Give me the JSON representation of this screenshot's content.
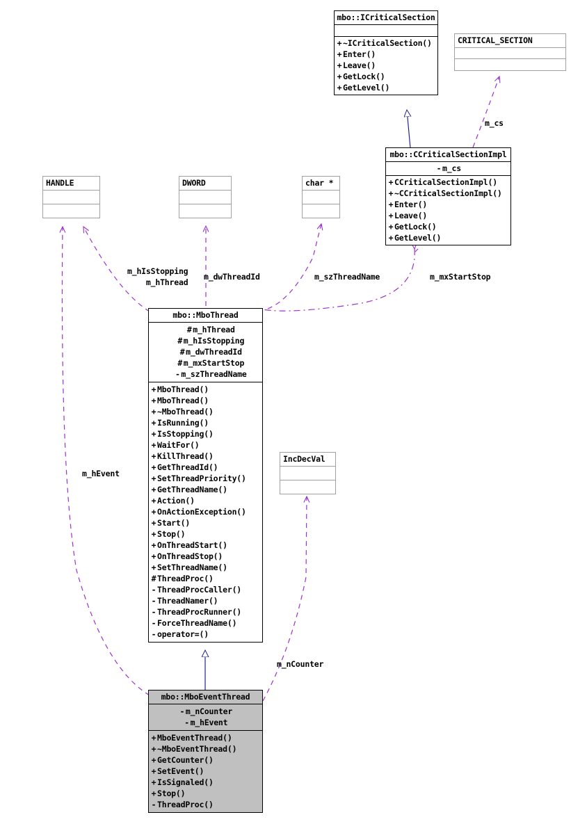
{
  "diagram": {
    "kind": "uml-class-diagram",
    "colors": {
      "inheritance_line": "#22228f",
      "association_line": "#9a32cd",
      "class_border": "#000000",
      "extern_border": "#a0a0a0",
      "highlight_fill": "#c0c0c0",
      "background": "#ffffff"
    }
  },
  "nodes": {
    "icriticalsection": {
      "title": "mbo::ICriticalSection",
      "attributes": [],
      "operations": [
        {
          "vis": "+",
          "name": "~ICriticalSection()"
        },
        {
          "vis": "+",
          "name": "Enter()"
        },
        {
          "vis": "+",
          "name": "Leave()"
        },
        {
          "vis": "+",
          "name": "GetLock()"
        },
        {
          "vis": "+",
          "name": "GetLevel()"
        }
      ]
    },
    "critical_section": {
      "title": "CRITICAL_SECTION",
      "attributes": [],
      "operations": []
    },
    "ccriticalsectionimpl": {
      "title": "mbo::CCriticalSectionImpl",
      "attributes": [
        {
          "vis": "-",
          "name": "m_cs"
        }
      ],
      "operations": [
        {
          "vis": "+",
          "name": "CCriticalSectionImpl()"
        },
        {
          "vis": "+",
          "name": "~CCriticalSectionImpl()"
        },
        {
          "vis": "+",
          "name": "Enter()"
        },
        {
          "vis": "+",
          "name": "Leave()"
        },
        {
          "vis": "+",
          "name": "GetLock()"
        },
        {
          "vis": "+",
          "name": "GetLevel()"
        }
      ]
    },
    "handle": {
      "title": "HANDLE",
      "attributes": [],
      "operations": []
    },
    "dword": {
      "title": "DWORD",
      "attributes": [],
      "operations": []
    },
    "charptr": {
      "title": "char *",
      "attributes": [],
      "operations": []
    },
    "incdecval": {
      "title": "IncDecVal",
      "attributes": [],
      "operations": []
    },
    "mbothread": {
      "title": "mbo::MboThread",
      "attributes": [
        {
          "vis": "#",
          "name": "m_hThread"
        },
        {
          "vis": "#",
          "name": "m_hIsStopping"
        },
        {
          "vis": "#",
          "name": "m_dwThreadId"
        },
        {
          "vis": "#",
          "name": "m_mxStartStop"
        },
        {
          "vis": "-",
          "name": "m_szThreadName"
        }
      ],
      "operations": [
        {
          "vis": "+",
          "name": "MboThread()"
        },
        {
          "vis": "+",
          "name": "MboThread()"
        },
        {
          "vis": "+",
          "name": "~MboThread()"
        },
        {
          "vis": "+",
          "name": "IsRunning()"
        },
        {
          "vis": "+",
          "name": "IsStopping()"
        },
        {
          "vis": "+",
          "name": "WaitFor()"
        },
        {
          "vis": "+",
          "name": "KillThread()"
        },
        {
          "vis": "+",
          "name": "GetThreadId()"
        },
        {
          "vis": "+",
          "name": "SetThreadPriority()"
        },
        {
          "vis": "+",
          "name": "GetThreadName()"
        },
        {
          "vis": "+",
          "name": "Action()"
        },
        {
          "vis": "+",
          "name": "OnActionException()"
        },
        {
          "vis": "+",
          "name": "Start()"
        },
        {
          "vis": "+",
          "name": "Stop()"
        },
        {
          "vis": "+",
          "name": "OnThreadStart()"
        },
        {
          "vis": "+",
          "name": "OnThreadStop()"
        },
        {
          "vis": "+",
          "name": "SetThreadName()"
        },
        {
          "vis": "#",
          "name": "ThreadProc()"
        },
        {
          "vis": "-",
          "name": "ThreadProcCaller()"
        },
        {
          "vis": "-",
          "name": "ThreadNamer()"
        },
        {
          "vis": "-",
          "name": "ThreadProcRunner()"
        },
        {
          "vis": "-",
          "name": "ForceThreadName()"
        },
        {
          "vis": "-",
          "name": "operator=()"
        }
      ]
    },
    "mboeventthread": {
      "title": "mbo::MboEventThread",
      "attributes": [
        {
          "vis": "-",
          "name": "m_nCounter"
        },
        {
          "vis": "-",
          "name": "m_hEvent"
        }
      ],
      "operations": [
        {
          "vis": "+",
          "name": "MboEventThread()"
        },
        {
          "vis": "+",
          "name": "~MboEventThread()"
        },
        {
          "vis": "+",
          "name": "GetCounter()"
        },
        {
          "vis": "+",
          "name": "SetEvent()"
        },
        {
          "vis": "+",
          "name": "IsSignaled()"
        },
        {
          "vis": "+",
          "name": "Stop()"
        },
        {
          "vis": "-",
          "name": "ThreadProc()"
        }
      ]
    }
  },
  "edge_labels": {
    "m_cs": "m_cs",
    "m_hIsStopping": "m_hIsStopping",
    "m_hThread": "m_hThread",
    "m_dwThreadId": "m_dwThreadId",
    "m_szThreadName": "m_szThreadName",
    "m_mxStartStop": "m_mxStartStop",
    "m_hEvent": "m_hEvent",
    "m_nCounter": "m_nCounter"
  }
}
